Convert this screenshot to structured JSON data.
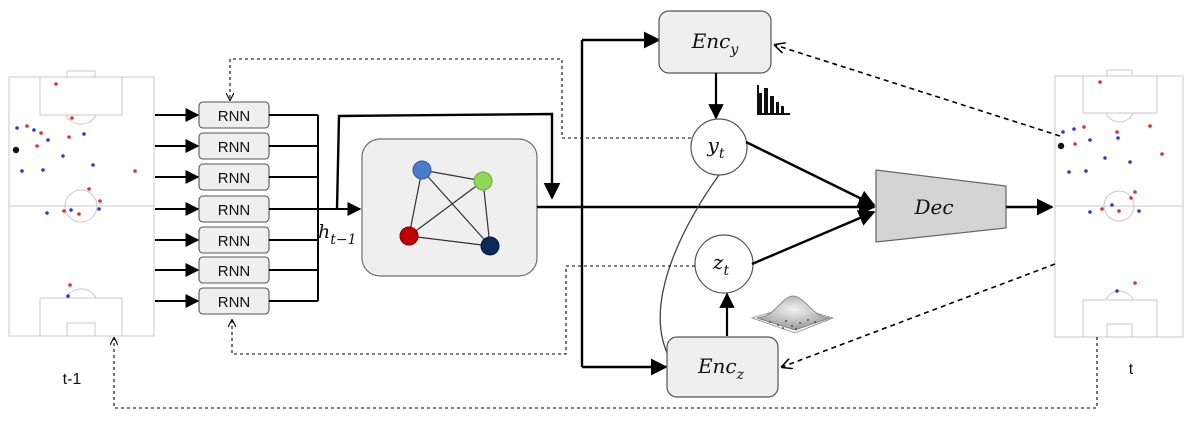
{
  "rnn_label": "RNN",
  "hidden_state": {
    "base": "h",
    "sub": "t−1"
  },
  "enc_y": {
    "base": "Enc",
    "sub": "y"
  },
  "enc_z": {
    "base": "Enc",
    "sub": "z"
  },
  "y_node": {
    "base": "y",
    "sub": "t"
  },
  "z_node": {
    "base": "z",
    "sub": "t"
  },
  "decoder_label": "Dec",
  "left_frame_label": "t-1",
  "right_frame_label": "t",
  "graph_node_colors": [
    "#4a7cc9",
    "#8ed957",
    "#c00000",
    "#0b2a5b"
  ],
  "player_colors": {
    "team_a": "#e03030",
    "team_b": "#2a38d8",
    "ball": "#111111"
  }
}
